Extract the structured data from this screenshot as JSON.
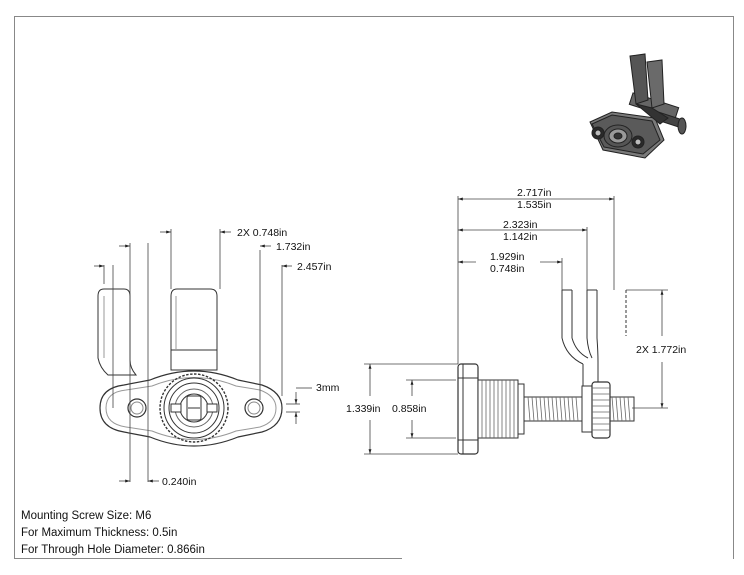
{
  "dimensions": {
    "front": {
      "hole_spacing": "2X 0.748in",
      "width_a": "1.732in",
      "width_b": "2.457in",
      "hole_offset": "0.240in",
      "slot": "3mm"
    },
    "side": {
      "overall_max": "2.717in",
      "overall_min": "1.535in",
      "mid_max": "2.323in",
      "mid_min": "1.142in",
      "short_max": "1.929in",
      "short_min": "0.748in",
      "height_outer": "1.339in",
      "height_inner": "0.858in",
      "fork_height": "2X 1.772in"
    }
  },
  "notes": {
    "screw": "Mounting Screw Size: M6",
    "thickness": "For Maximum Thickness: 0.5in",
    "hole": "For Through Hole Diameter: 0.866in"
  }
}
